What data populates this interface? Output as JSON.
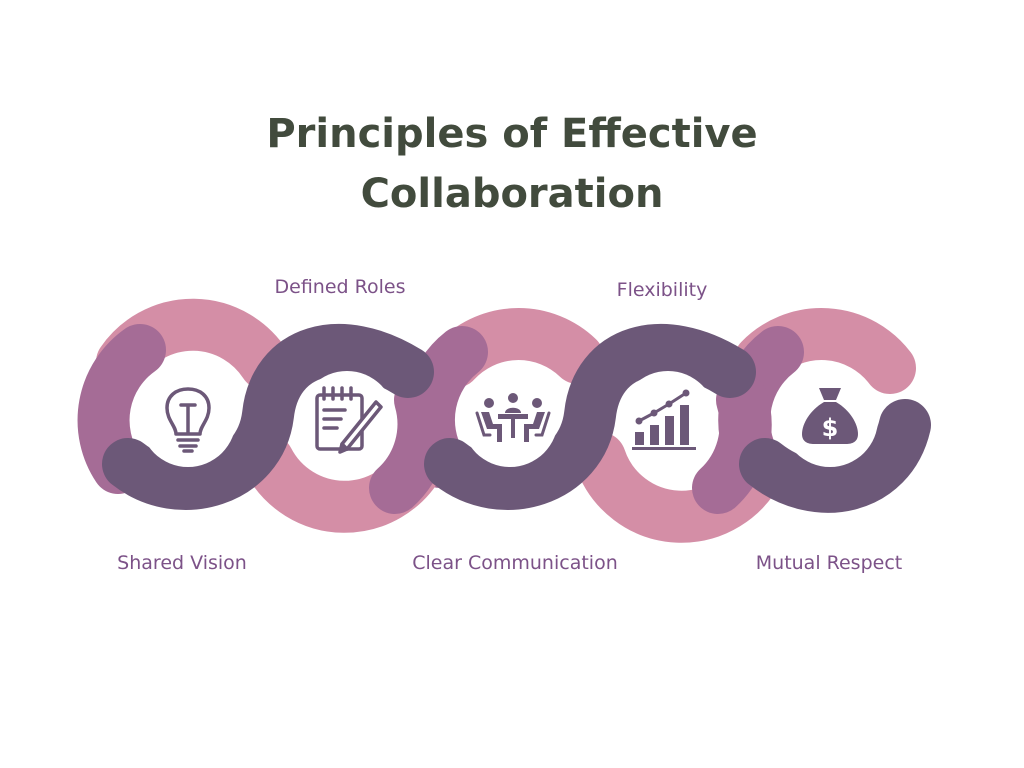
{
  "title": {
    "line1": "Principles of Effective",
    "line2": "Collaboration"
  },
  "colors": {
    "title": "#424b3d",
    "label": "#7c5288",
    "band_pink": "#d48ea6",
    "band_mauve": "#a56c96",
    "band_purple": "#6c5878",
    "icon_bg": "#ffffff"
  },
  "principles": [
    {
      "label": "Shared Vision",
      "icon": "lightbulb-icon",
      "label_position": "bottom"
    },
    {
      "label": "Defined Roles",
      "icon": "notepad-pencil-icon",
      "label_position": "top"
    },
    {
      "label": "Clear Communication",
      "icon": "meeting-table-icon",
      "label_position": "bottom"
    },
    {
      "label": "Flexibility",
      "icon": "growth-chart-icon",
      "label_position": "top"
    },
    {
      "label": "Mutual Respect",
      "icon": "money-bag-icon",
      "label_position": "bottom"
    }
  ]
}
